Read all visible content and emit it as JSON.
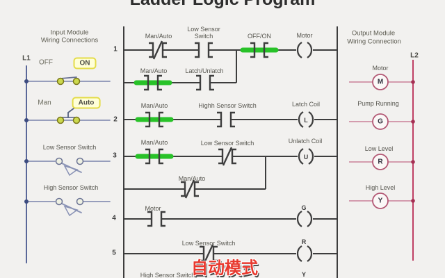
{
  "title": "Ladder Logic Program",
  "overlay": {
    "text": "自动模式",
    "color": "#e8392e"
  },
  "input_module": {
    "header_line1": "Input Module",
    "header_line2": "Wiring Connections",
    "rail_label": "L1",
    "selector1": {
      "off_label": "OFF",
      "on_label": "ON",
      "active": "ON"
    },
    "selector2": {
      "man_label": "Man",
      "auto_label": "Auto",
      "active": "Auto"
    },
    "sensor1_label": "Low Sensor Switch",
    "sensor2_label": "High Sensor Switch"
  },
  "ladder": {
    "rung1": {
      "number": "1",
      "contact1_label": "Man/Auto",
      "contact1_type": "NC",
      "contact2_line1": "Low Sensor",
      "contact2_line2": "Switch",
      "contact2_type": "NO",
      "contact3_label": "OFF/ON",
      "contact3_type": "NO",
      "contact3_active": true,
      "coil_label": "Motor"
    },
    "branch1": {
      "contact1_label": "Man/Auto",
      "contact1_type": "NO",
      "contact1_active": true,
      "contact2_label": "Latch/Unlatch",
      "contact2_type": "NO"
    },
    "rung2": {
      "number": "2",
      "contact1_label": "Man/Auto",
      "contact1_type": "NO",
      "contact1_active": true,
      "contact2_label": "Highh Sensor Switch",
      "contact2_type": "NO",
      "coil_label": "Latch Coil",
      "coil_letter": "L"
    },
    "rung3": {
      "number": "3",
      "contact1_label": "Man/Auto",
      "contact1_type": "NO",
      "contact1_active": true,
      "contact2_label": "Low Sensor Switch",
      "contact2_type": "NC",
      "coil_label": "Unlatch Coil",
      "coil_letter": "U"
    },
    "branch3": {
      "contact1_label": "Man/Auto",
      "contact1_type": "NC"
    },
    "rung4": {
      "number": "4",
      "contact1_label": "Motor",
      "contact1_type": "NO",
      "coil_letter": "G"
    },
    "rung5": {
      "number": "5",
      "contact1_label": "Low Sensor Switch",
      "contact1_type": "NC",
      "coil_letter": "R"
    },
    "rung6": {
      "contact1_label": "High Sensor Switch",
      "coil_letter": "Y"
    }
  },
  "output_module": {
    "header_line1": "Output Module",
    "header_line2": "Wiring Connection",
    "rail_label": "L2",
    "outputs": [
      {
        "label": "Motor",
        "letter": "M"
      },
      {
        "label": "Pump Running",
        "letter": "G"
      },
      {
        "label": "Low Level",
        "letter": "R"
      },
      {
        "label": "High Level",
        "letter": "Y"
      }
    ]
  },
  "colors": {
    "background": "#f2f1ef",
    "ladder_line": "#3d3d3d",
    "active_green": "#28c228",
    "highlight_box_fill": "#ffffd8",
    "highlight_box_border": "#e4dc48",
    "input_wire": "#8a93b5",
    "input_rail": "#5a6899",
    "switch_node_fill": "#ccd94e",
    "output_line": "#cf8fa5",
    "output_circle": "#b25673",
    "output_rail": "#bf3f63",
    "overlay_text": "#e8392e"
  }
}
